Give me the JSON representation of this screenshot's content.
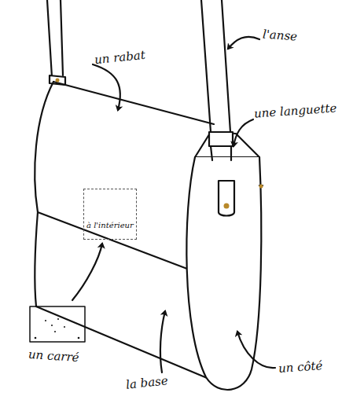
{
  "diagram": {
    "nodes": [
      {
        "text": [
          "à l'intérieur"
        ]
      }
    ],
    "labels": [
      "un rabat",
      "l'anse",
      "une languette",
      "un carré",
      "la base",
      "un côté"
    ]
  }
}
